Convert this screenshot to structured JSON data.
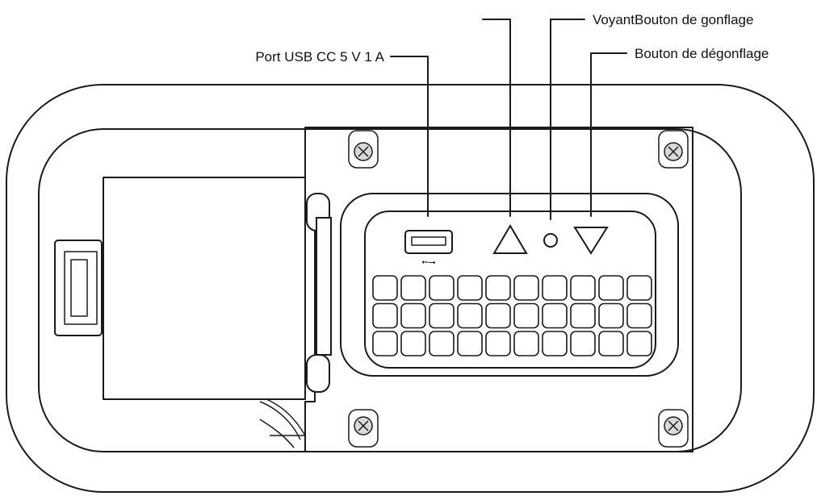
{
  "callouts": {
    "usb_port": "Port USB CC 5 V 1 A",
    "inflate_button": "",
    "indicator_inflate": "VoyantBouton de gonflage",
    "deflate_button": "Bouton de dégonflage"
  },
  "grid": {
    "rows": 3,
    "columns": 10
  }
}
